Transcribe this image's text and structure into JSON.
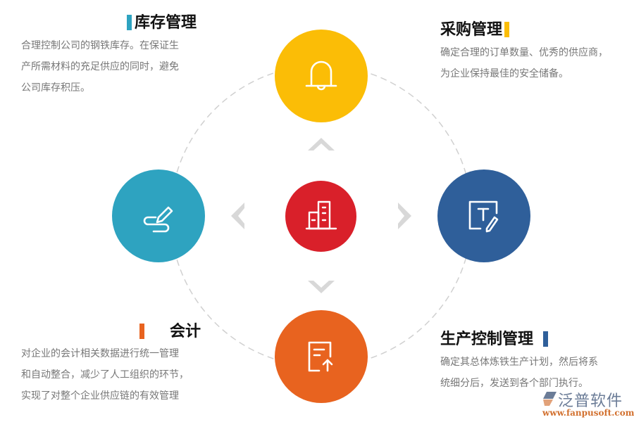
{
  "diagram": {
    "center": {
      "label": "company-building",
      "icon": "building-icon",
      "color": "#d9202a"
    },
    "nodes": [
      {
        "id": "inventory",
        "title": "库存管理",
        "description_lines": [
          "合理控制公司的钢铁库存。在保证生",
          "产所需材料的充足供应的同时，避免",
          "公司库存积压。"
        ],
        "icon": "bell-icon",
        "color": "#fbbd06",
        "accent_bar_color": "#2ea3c0",
        "position": "top"
      },
      {
        "id": "procurement",
        "title": "采购管理",
        "description_lines": [
          "确定合理的订单数量、优秀的供应商，",
          "为企业保持最佳的安全储备。"
        ],
        "icon": "text-edit-icon",
        "color": "#2f5f9a",
        "accent_bar_color": "#fbbd06",
        "position": "right"
      },
      {
        "id": "accounting",
        "title": "会计",
        "description_lines": [
          "对企业的会计相关数据进行统一管理",
          "和自动整合，减少了人工组织的环节，",
          "实现了对整个企业供应链的有效管理"
        ],
        "icon": "signature-pen-icon",
        "color": "#2ea3c0",
        "accent_bar_color": "#e8631f",
        "position": "left"
      },
      {
        "id": "production",
        "title": "生产控制管理",
        "description_lines": [
          "确定其总体炼铁生产计划，然后将系",
          "统细分后，发送到各个部门执行。"
        ],
        "icon": "document-upload-icon",
        "color": "#e8631f",
        "accent_bar_color": "#2f5f9a",
        "position": "bottom"
      }
    ],
    "ring_color": "#d0d0d0",
    "chevron_color": "#d8d8d8"
  },
  "watermark": {
    "brand": "泛普软件",
    "url": "www.fanpusoft.com"
  }
}
